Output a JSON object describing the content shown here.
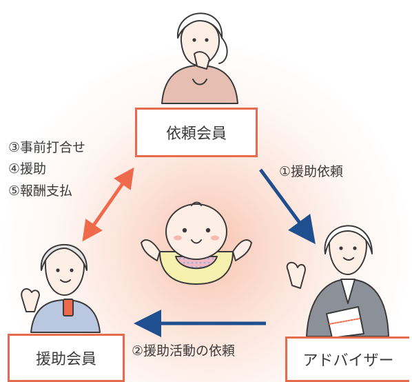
{
  "nodes": {
    "requester": "依頼会員",
    "helper": "援助会員",
    "advisor": "アドバイザー"
  },
  "edges": {
    "request_help": "①援助依頼",
    "request_activity": "②援助活動の依頼",
    "meeting_list": [
      "③事前打合せ",
      "④援助",
      "⑤報酬支払"
    ]
  },
  "colors": {
    "box_border": "#e56a4e",
    "arrow_blue": "#1f4f8f",
    "arrow_orange": "#ee6a4a",
    "glow": "#f6b096"
  },
  "icons": [
    "requester-person-icon",
    "helper-person-icon",
    "advisor-person-icon",
    "baby-icon"
  ]
}
